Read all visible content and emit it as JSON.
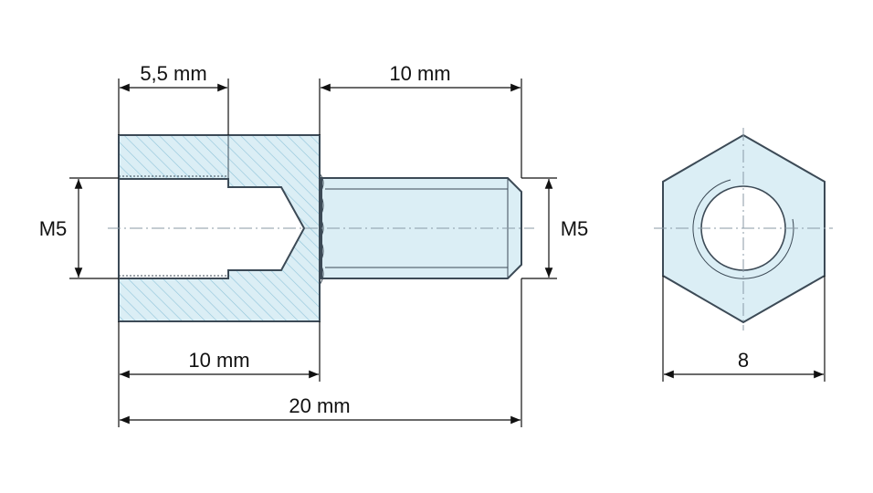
{
  "labels": {
    "top_left": "5,5 mm",
    "top_right": "10 mm",
    "left_thread": "M5",
    "right_thread": "M5",
    "bottom_inner": "10 mm",
    "bottom_total": "20 mm",
    "hex_width": "8"
  },
  "colors": {
    "fill": "#dbeef5",
    "hatch": "#8fc4da",
    "outline": "#3c4a56"
  }
}
